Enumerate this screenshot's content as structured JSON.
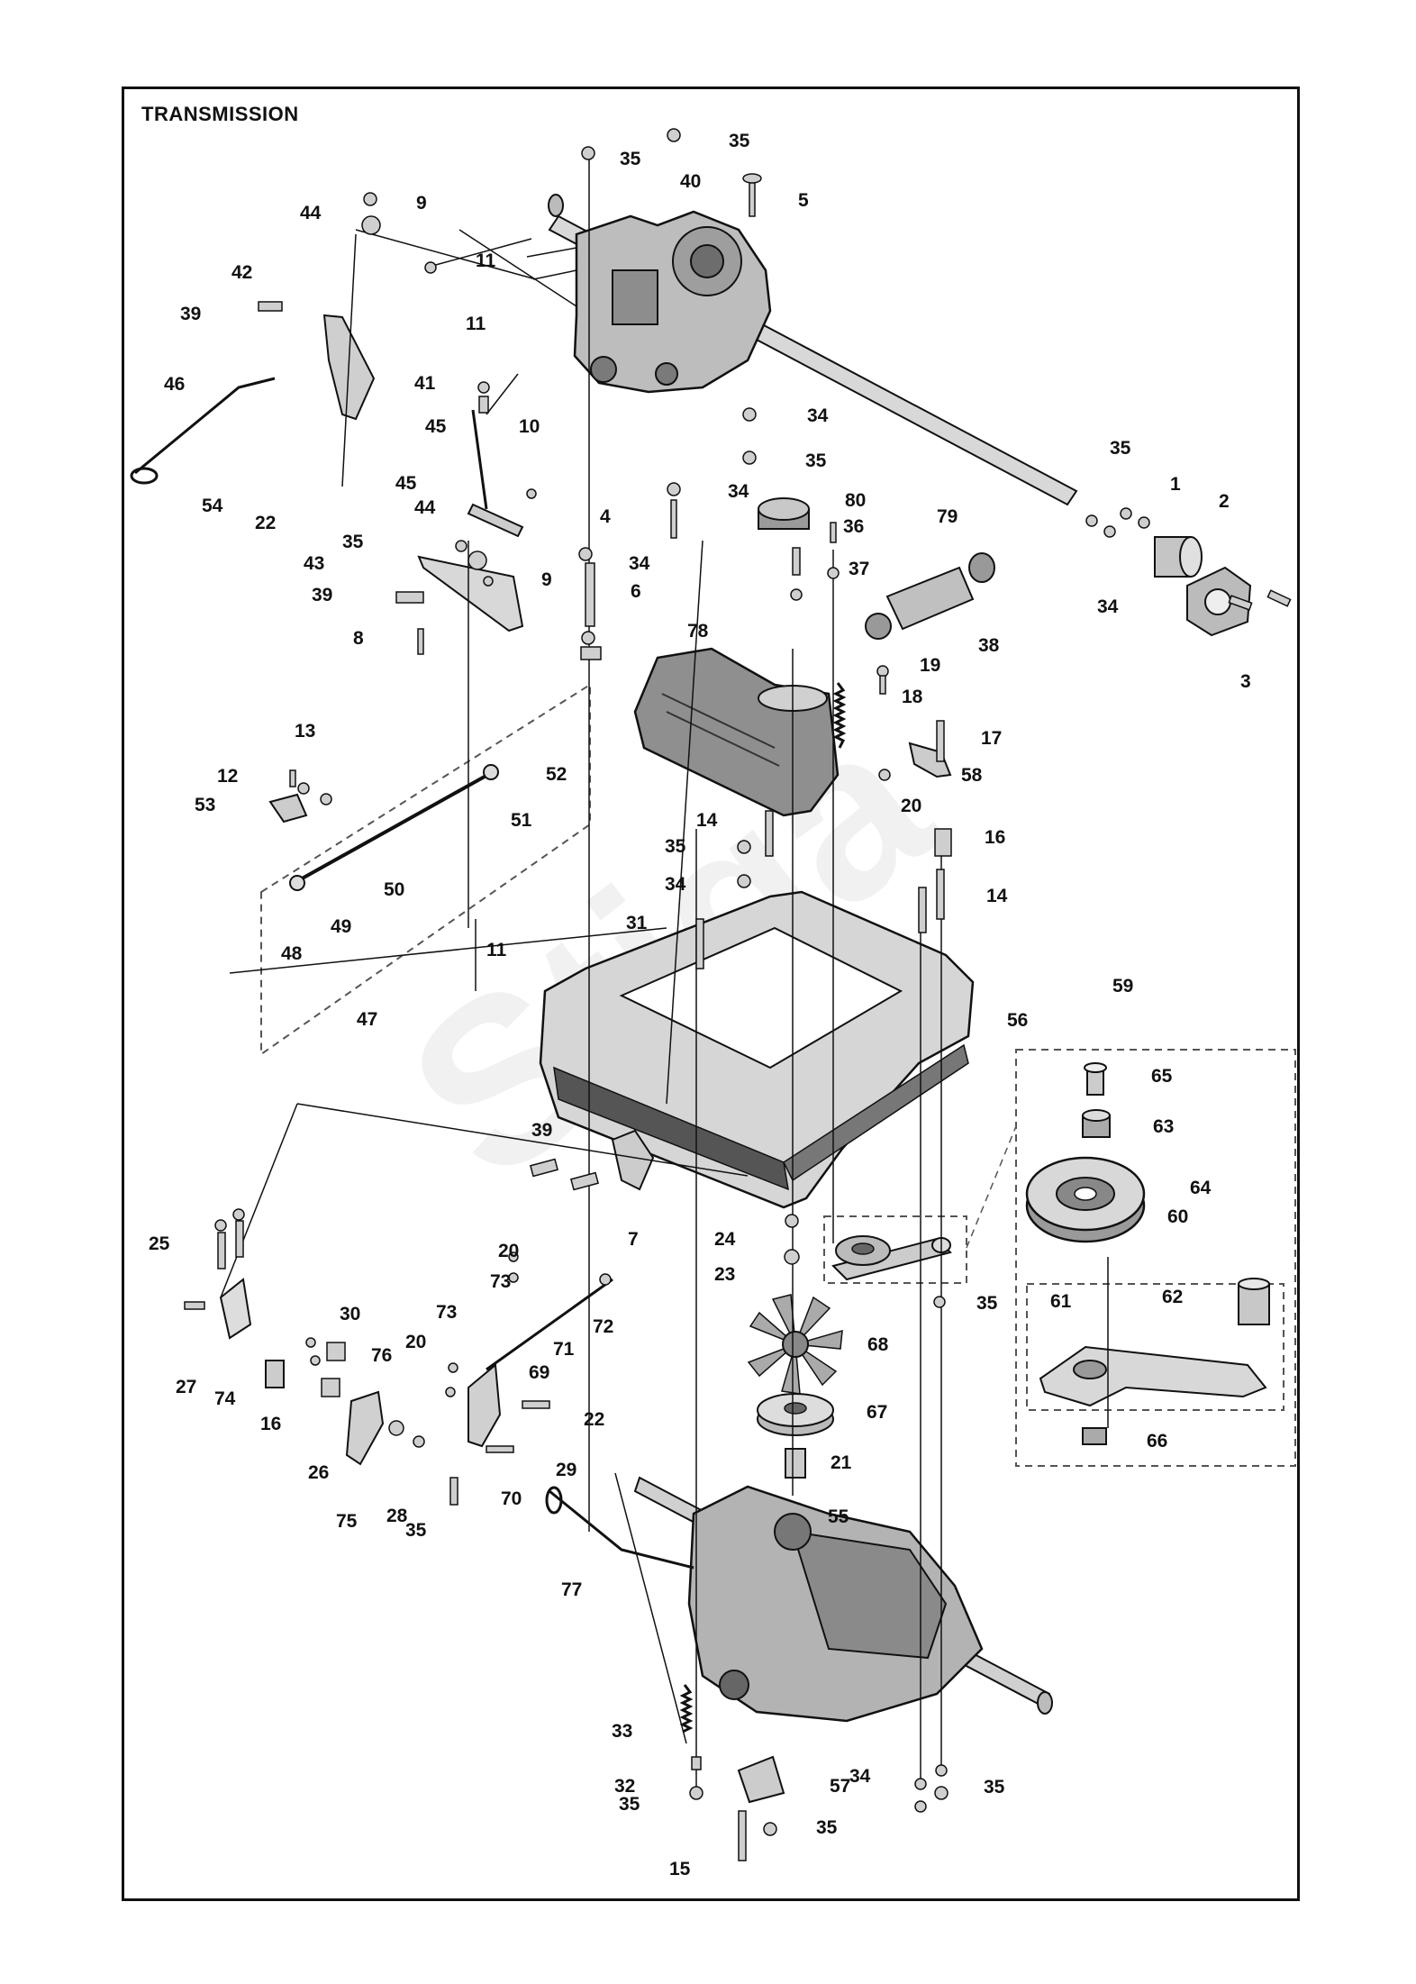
{
  "title": "TRANSMISSION",
  "callouts": [
    {
      "id": "c1",
      "text": "1"
    },
    {
      "id": "c2",
      "text": "2"
    },
    {
      "id": "c3",
      "text": "3"
    },
    {
      "id": "c4",
      "text": "4"
    },
    {
      "id": "c5",
      "text": "5"
    },
    {
      "id": "c6",
      "text": "6"
    },
    {
      "id": "c7",
      "text": "7"
    },
    {
      "id": "c8",
      "text": "8"
    },
    {
      "id": "c9a",
      "text": "9"
    },
    {
      "id": "c9b",
      "text": "9"
    },
    {
      "id": "c10",
      "text": "10"
    },
    {
      "id": "c11a",
      "text": "11"
    },
    {
      "id": "c11b",
      "text": "11"
    },
    {
      "id": "c11c",
      "text": "11"
    },
    {
      "id": "c12",
      "text": "12"
    },
    {
      "id": "c13",
      "text": "13"
    },
    {
      "id": "c14a",
      "text": "14"
    },
    {
      "id": "c14b",
      "text": "14"
    },
    {
      "id": "c15",
      "text": "15"
    },
    {
      "id": "c16a",
      "text": "16"
    },
    {
      "id": "c16b",
      "text": "16"
    },
    {
      "id": "c17",
      "text": "17"
    },
    {
      "id": "c18",
      "text": "18"
    },
    {
      "id": "c19",
      "text": "19"
    },
    {
      "id": "c20a",
      "text": "20"
    },
    {
      "id": "c20b",
      "text": "20"
    },
    {
      "id": "c20c",
      "text": "20"
    },
    {
      "id": "c21",
      "text": "21"
    },
    {
      "id": "c22a",
      "text": "22"
    },
    {
      "id": "c22b",
      "text": "22"
    },
    {
      "id": "c23",
      "text": "23"
    },
    {
      "id": "c24",
      "text": "24"
    },
    {
      "id": "c25",
      "text": "25"
    },
    {
      "id": "c26",
      "text": "26"
    },
    {
      "id": "c27",
      "text": "27"
    },
    {
      "id": "c28",
      "text": "28"
    },
    {
      "id": "c29",
      "text": "29"
    },
    {
      "id": "c30",
      "text": "30"
    },
    {
      "id": "c31",
      "text": "31"
    },
    {
      "id": "c32",
      "text": "32"
    },
    {
      "id": "c33",
      "text": "33"
    },
    {
      "id": "c34a",
      "text": "34"
    },
    {
      "id": "c34b",
      "text": "34"
    },
    {
      "id": "c34c",
      "text": "34"
    },
    {
      "id": "c34d",
      "text": "34"
    },
    {
      "id": "c34e",
      "text": "34"
    },
    {
      "id": "c34f",
      "text": "34"
    },
    {
      "id": "c35a",
      "text": "35"
    },
    {
      "id": "c35b",
      "text": "35"
    },
    {
      "id": "c35c",
      "text": "35"
    },
    {
      "id": "c35d",
      "text": "35"
    },
    {
      "id": "c35e",
      "text": "35"
    },
    {
      "id": "c35f",
      "text": "35"
    },
    {
      "id": "c35g",
      "text": "35"
    },
    {
      "id": "c35h",
      "text": "35"
    },
    {
      "id": "c35i",
      "text": "35"
    },
    {
      "id": "c35j",
      "text": "35"
    },
    {
      "id": "c35k",
      "text": "35"
    },
    {
      "id": "c36",
      "text": "36"
    },
    {
      "id": "c37",
      "text": "37"
    },
    {
      "id": "c38",
      "text": "38"
    },
    {
      "id": "c39a",
      "text": "39"
    },
    {
      "id": "c39b",
      "text": "39"
    },
    {
      "id": "c39c",
      "text": "39"
    },
    {
      "id": "c40",
      "text": "40"
    },
    {
      "id": "c41",
      "text": "41"
    },
    {
      "id": "c42",
      "text": "42"
    },
    {
      "id": "c43",
      "text": "43"
    },
    {
      "id": "c44a",
      "text": "44"
    },
    {
      "id": "c44b",
      "text": "44"
    },
    {
      "id": "c45a",
      "text": "45"
    },
    {
      "id": "c45b",
      "text": "45"
    },
    {
      "id": "c46",
      "text": "46"
    },
    {
      "id": "c47",
      "text": "47"
    },
    {
      "id": "c48",
      "text": "48"
    },
    {
      "id": "c49",
      "text": "49"
    },
    {
      "id": "c50",
      "text": "50"
    },
    {
      "id": "c51",
      "text": "51"
    },
    {
      "id": "c52",
      "text": "52"
    },
    {
      "id": "c53",
      "text": "53"
    },
    {
      "id": "c54",
      "text": "54"
    },
    {
      "id": "c55",
      "text": "55"
    },
    {
      "id": "c56",
      "text": "56"
    },
    {
      "id": "c57",
      "text": "57"
    },
    {
      "id": "c58",
      "text": "58"
    },
    {
      "id": "c59",
      "text": "59"
    },
    {
      "id": "c60",
      "text": "60"
    },
    {
      "id": "c61",
      "text": "61"
    },
    {
      "id": "c62",
      "text": "62"
    },
    {
      "id": "c63",
      "text": "63"
    },
    {
      "id": "c64",
      "text": "64"
    },
    {
      "id": "c65",
      "text": "65"
    },
    {
      "id": "c66",
      "text": "66"
    },
    {
      "id": "c67",
      "text": "67"
    },
    {
      "id": "c68",
      "text": "68"
    },
    {
      "id": "c69",
      "text": "69"
    },
    {
      "id": "c70",
      "text": "70"
    },
    {
      "id": "c71",
      "text": "71"
    },
    {
      "id": "c72",
      "text": "72"
    },
    {
      "id": "c73a",
      "text": "73"
    },
    {
      "id": "c73b",
      "text": "73"
    },
    {
      "id": "c74",
      "text": "74"
    },
    {
      "id": "c75",
      "text": "75"
    },
    {
      "id": "c76",
      "text": "76"
    },
    {
      "id": "c77",
      "text": "77"
    },
    {
      "id": "c78",
      "text": "78"
    },
    {
      "id": "c79",
      "text": "79"
    },
    {
      "id": "c80",
      "text": "80"
    }
  ],
  "watermark_text": "Stiga",
  "colors": {
    "line": "#111111",
    "part_fill": "#c9c9c9",
    "part_dark": "#4a4a4a",
    "dash": "#555555"
  }
}
